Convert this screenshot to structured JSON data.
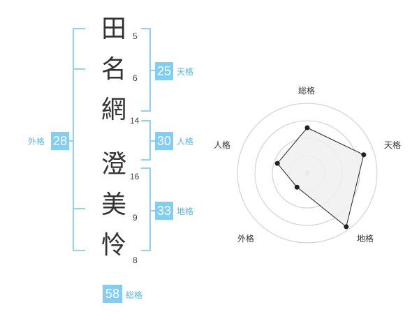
{
  "name": {
    "chars": [
      {
        "char": "田",
        "strokes": "5"
      },
      {
        "char": "名",
        "strokes": "6"
      },
      {
        "char": "網",
        "strokes": "14"
      },
      {
        "char": "澄",
        "strokes": "16"
      },
      {
        "char": "美",
        "strokes": "9"
      },
      {
        "char": "怜",
        "strokes": "8"
      }
    ]
  },
  "kaku": {
    "tenkaku": {
      "value": "25",
      "label": "天格"
    },
    "jinkaku": {
      "value": "30",
      "label": "人格"
    },
    "chikaku": {
      "value": "33",
      "label": "地格"
    },
    "gaikaku": {
      "value": "28",
      "label": "外格"
    },
    "soukaku": {
      "value": "58",
      "label": "総格"
    }
  },
  "chart_data": {
    "type": "radar",
    "axes": [
      "総格",
      "天格",
      "地格",
      "外格",
      "人格"
    ],
    "values": [
      0.65,
      0.85,
      0.95,
      0.25,
      0.45
    ],
    "range": [
      0,
      1
    ],
    "rings": 4,
    "colors": {
      "fill": "#f0f0f0",
      "line": "#222222",
      "grid": "#cccccc",
      "center": "#cccccc"
    }
  }
}
